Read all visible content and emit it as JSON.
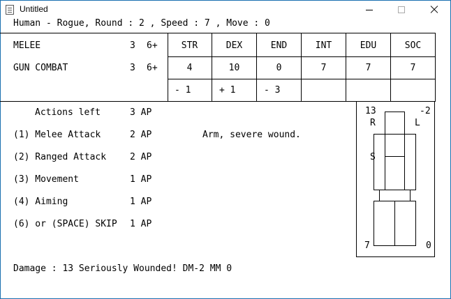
{
  "window": {
    "title": "Untitled"
  },
  "header": {
    "status": "Human - Rogue, Round : 2 , Speed : 7 , Move : 0"
  },
  "skills": [
    {
      "name": "MELEE",
      "level": "3",
      "target": "6+"
    },
    {
      "name": "GUN COMBAT",
      "level": "3",
      "target": "6+"
    }
  ],
  "stats": {
    "headers": [
      "STR",
      "DEX",
      "END",
      "INT",
      "EDU",
      "SOC"
    ],
    "values": [
      "4",
      "10",
      "0",
      "7",
      "7",
      "7"
    ],
    "modifiers": [
      "- 1",
      "+ 1",
      "- 3",
      "",
      "",
      ""
    ]
  },
  "actions": {
    "header_label": "Actions left",
    "header_value": "3 AP",
    "items": [
      {
        "label": "(1) Melee Attack",
        "cost": "2 AP"
      },
      {
        "label": "(2) Ranged Attack",
        "cost": "2 AP"
      },
      {
        "label": "(3) Movement",
        "cost": "1 AP"
      },
      {
        "label": "(4) Aiming",
        "cost": "1 AP"
      },
      {
        "label": "(6) or (SPACE) SKIP",
        "cost": "1 AP"
      }
    ]
  },
  "wound_message": "Arm, severe wound.",
  "body_diagram": {
    "head_value": "13",
    "head_mod": "-2",
    "right_label": "R",
    "left_label": "L",
    "torso_label": "S",
    "right_leg_value": "7",
    "left_leg_value": "0"
  },
  "damage_line": "Damage : 13 Seriously Wounded! DM-2 MM 0"
}
